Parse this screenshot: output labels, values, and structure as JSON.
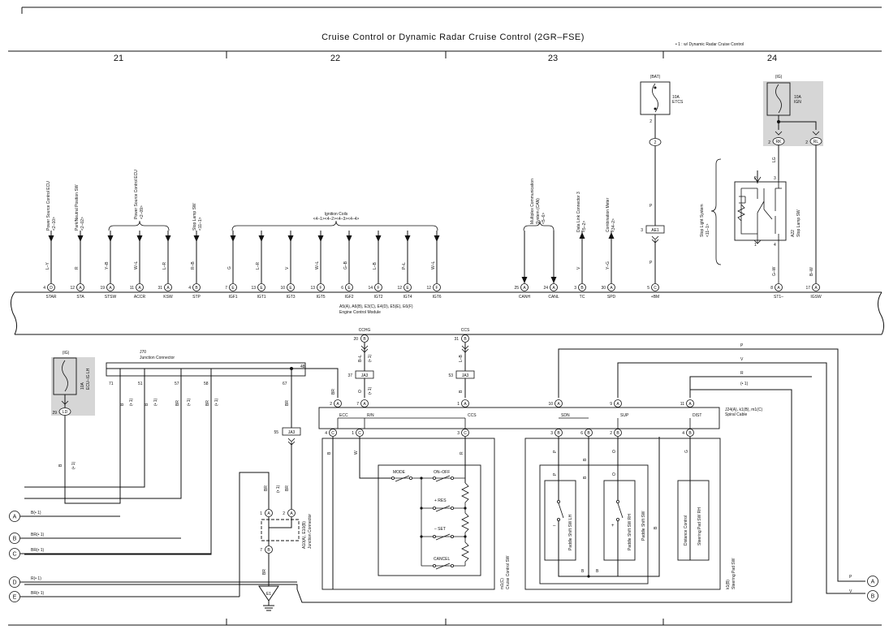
{
  "title": "Cruise Control or Dynamic Radar Cruise Control (2GR–FSE)",
  "note": "• 1 : w/ Dynamic Radar Cruise Control",
  "sheets": [
    "21",
    "22",
    "23",
    "24"
  ],
  "refs": {
    "power_source_ecu_1": "Power Source Control ECU",
    "power_source_ecu_1_ref": "<2–10>",
    "park_neutral_sw": "Park/Neutral Position SW",
    "park_neutral_sw_ref": "<2–02>",
    "power_source_ecu_2": "Power Source Control ECU",
    "power_source_ecu_2_ref": "<2–09>",
    "stop_lamp_sw_ref_name": "Stop Lamp SW",
    "stop_lamp_sw_ref": "<11–1>",
    "ignition_coils": "Ignition Coils",
    "ignition_coils_ref": "<4–1><4–2><4–3><4–4>",
    "multiplex": "Multiplex Communication",
    "multiplex_2": "System (CAN)",
    "multiplex_ref": "<5–6>",
    "dlc3": "Data Link Connector 3",
    "dlc3_ref": "<5–2>",
    "comb_meter": "Combination Meter",
    "comb_meter_ref": "<34–2>",
    "stop_light_system": "Stop Light System",
    "stop_light_system_ref": "<11–1>"
  },
  "ecm": {
    "name_line1": "A5(A), A6(B), E3(C), E4(D), E5(E), E6(F)",
    "name_line2": "Engine Control Module",
    "pins": [
      {
        "num": "4",
        "conn": "D",
        "label": "STAR",
        "wire": "L–Y"
      },
      {
        "num": "12",
        "conn": "A",
        "label": "STA",
        "wire": "R"
      },
      {
        "num": "19",
        "conn": "A",
        "label": "STSW",
        "wire": "Y–B"
      },
      {
        "num": "11",
        "conn": "A",
        "label": "ACCR",
        "wire": "W–L"
      },
      {
        "num": "31",
        "conn": "A",
        "label": "KSW",
        "wire": "L–R"
      },
      {
        "num": "4",
        "conn": "B",
        "label": "STP",
        "wire": "R–B"
      },
      {
        "num": "7",
        "conn": "E",
        "label": "IGF1",
        "wire": "G"
      },
      {
        "num": "13",
        "conn": "E",
        "label": "IGT1",
        "wire": "L–R"
      },
      {
        "num": "10",
        "conn": "E",
        "label": "IGT3",
        "wire": "V"
      },
      {
        "num": "13",
        "conn": "F",
        "label": "IGT5",
        "wire": "W–L"
      },
      {
        "num": "6",
        "conn": "E",
        "label": "IGF2",
        "wire": "G–B"
      },
      {
        "num": "14",
        "conn": "F",
        "label": "IGT2",
        "wire": "L–B"
      },
      {
        "num": "12",
        "conn": "E",
        "label": "IGT4",
        "wire": "P–L"
      },
      {
        "num": "12",
        "conn": "F",
        "label": "IGT6",
        "wire": "W–L"
      },
      {
        "num": "25",
        "conn": "A",
        "label": "CANH",
        "wire": ""
      },
      {
        "num": "24",
        "conn": "A",
        "label": "CANL",
        "wire": ""
      },
      {
        "num": "3",
        "conn": "B",
        "label": "TC",
        "wire": "V"
      },
      {
        "num": "30",
        "conn": "A",
        "label": "SPD",
        "wire": "Y–G"
      },
      {
        "num": "5",
        "conn": "C",
        "label": "+BM",
        "wire": "P"
      },
      {
        "num": "8",
        "conn": "A",
        "label": "ST1–",
        "wire": "G–W"
      },
      {
        "num": "17",
        "conn": "A",
        "label": "IGSW",
        "wire": "B–W"
      }
    ],
    "cchg": {
      "name": "CCHG",
      "num": "20",
      "conn": "B"
    },
    "ccs": {
      "name": "CCS",
      "num": "31",
      "conn": "B"
    }
  },
  "fuses": {
    "etcs": {
      "source": "(BAT)",
      "amp": "10A",
      "name": "ETCS",
      "pin": "2",
      "conn_pin": "2"
    },
    "ign": {
      "source": "(IG)",
      "amp": "10A",
      "name": "IGN",
      "pin_rk": "2",
      "rk": "RK",
      "pin_rl": "2",
      "rl": "RL",
      "wire": "LG"
    },
    "ecu_ig": {
      "source": "(IG)",
      "amp": "10A",
      "name": "ECU–IG LH",
      "pin": "29",
      "conn": "LD",
      "wire": "B",
      "star": "(• 1)"
    }
  },
  "ae1": {
    "label": "AE1",
    "pin": "3"
  },
  "stop_lamp_sw": {
    "name": "A22",
    "name2": "Stop Lamp SW",
    "pin2": "2",
    "pin3": "3",
    "pin1": "1",
    "pin4": "4"
  },
  "j70": {
    "name": "J70",
    "name2": "Junction Connector",
    "pins": [
      "71",
      "51",
      "57",
      "58",
      "67",
      "48"
    ]
  },
  "ja3": {
    "label": "JA3",
    "pin37": "37",
    "pin53": "53",
    "pin55": "55"
  },
  "wires": {
    "b": "B",
    "br": "BR",
    "star": "(• 1)",
    "bl": "B–L",
    "lb": "L–B",
    "o": "O",
    "w": "W",
    "r": "R",
    "p": "P",
    "v": "V",
    "g": "G"
  },
  "spiral": {
    "name": "J24(A), k1(B), m1(C)",
    "name2": "Spiral Cable",
    "pins_top": [
      {
        "num": "2",
        "conn": "A",
        "label": "ECC"
      },
      {
        "num": "7",
        "conn": "A",
        "label": "R/N"
      },
      {
        "num": "1",
        "conn": "A",
        "label": "CCS"
      },
      {
        "num": "10",
        "conn": "A",
        "label": "SDN"
      },
      {
        "num": "9",
        "conn": "A",
        "label": "SUP"
      },
      {
        "num": "11",
        "conn": "A",
        "label": "DIST"
      }
    ],
    "pins_bottom": [
      {
        "num": "4",
        "conn": "C"
      },
      {
        "num": "1",
        "conn": "C"
      },
      {
        "num": "3",
        "conn": "C"
      },
      {
        "num": "3",
        "conn": "B"
      },
      {
        "num": "6",
        "conn": "B"
      },
      {
        "num": "2",
        "conn": "B"
      },
      {
        "num": "4",
        "conn": "B"
      }
    ]
  },
  "cruise_sw": {
    "name": "m1(C)",
    "name2": "Cruise Control SW",
    "mode": "MODE",
    "onoff": "ON–OFF",
    "res": "+ RES",
    "set": "– SET",
    "cancel": "CANCEL"
  },
  "steering_pad": {
    "name": "k1(B)",
    "name2": "Steering Pad SW",
    "paddle_lh": "Paddle Shift SW LH",
    "paddle_rh": "Paddle Shift SW RH",
    "paddle": "Paddle Shift SW",
    "distance": "Distance Control",
    "steering_rh": "Steering Pad SW RH",
    "minus": "–",
    "plus": "+",
    "b": "B"
  },
  "a10": {
    "name": "A10(A), E10(B)",
    "name2": "Junction Connector",
    "pin1": "1",
    "pin2": "2",
    "pin7": "7",
    "a": "A",
    "b": "B"
  },
  "ground": {
    "name": "E1"
  },
  "left_terms": [
    {
      "letter": "A",
      "label": "B(• 1)"
    },
    {
      "letter": "B",
      "label": "BR(• 1)"
    },
    {
      "letter": "C",
      "label": "BR(• 1)"
    },
    {
      "letter": "D",
      "label": "R(• 1)"
    },
    {
      "letter": "E",
      "label": "BR(• 1)"
    }
  ],
  "right_terms": [
    {
      "letter": "A",
      "label": "P"
    },
    {
      "letter": "B",
      "label": "V"
    }
  ]
}
